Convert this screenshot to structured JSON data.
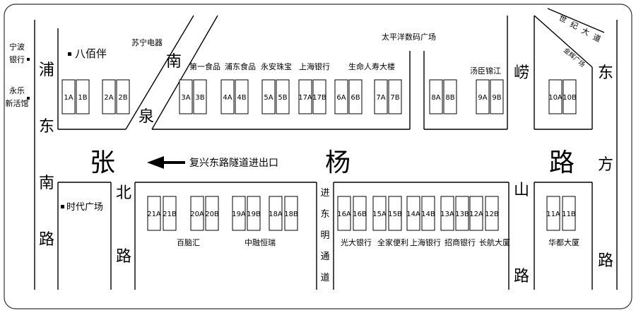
{
  "main_road": {
    "chars": [
      "张",
      "杨",
      "路"
    ]
  },
  "roads": {
    "pudong_nan": [
      "浦",
      "东",
      "南",
      "路"
    ],
    "nanquan_bei_top": [
      "南",
      "泉"
    ],
    "nanquan_bei_bottom": [
      "北",
      "路"
    ],
    "laoshan": [
      "崂",
      "山",
      "路"
    ],
    "dongfang": [
      "东",
      "方",
      "路"
    ],
    "dongchang_tongdao": [
      "进",
      "东",
      "明",
      "通",
      "道"
    ]
  },
  "tunnel_exit": "复兴东路隧道进出口",
  "landmarks": {
    "ningbo_bank": "宁波银行",
    "yongle": "永乐新活馆",
    "babaiban": "八佰伴",
    "suning": "苏宁电器",
    "taipingyang": "太平洋数码广场",
    "shidai": "时代广场",
    "shiji_dadao": [
      "世",
      "纪",
      "大",
      "道"
    ],
    "jinhui": "金辉广场",
    "north_side": [
      "第一食品",
      "浦东食品",
      "永安珠宝",
      "上海银行",
      "生命人寿大楼",
      "汤臣锦江"
    ],
    "south_side": [
      "百脑汇",
      "中融恒瑞",
      "光大银行",
      "全家便利",
      "上海银行",
      "招商银行",
      "长航大厦",
      "华都大厦"
    ]
  },
  "stops_north": [
    "1A",
    "1B",
    "2A",
    "2B",
    "3A",
    "3B",
    "4A",
    "4B",
    "5A",
    "5B",
    "17A",
    "17B",
    "6A",
    "6B",
    "7A",
    "7B",
    "8A",
    "8B",
    "9A",
    "9B",
    "10A",
    "10B"
  ],
  "stops_south": [
    "21A",
    "21B",
    "20A",
    "20B",
    "19A",
    "19B",
    "18A",
    "18B",
    "16A",
    "16B",
    "15A",
    "15B",
    "14A",
    "14B",
    "13A",
    "13B",
    "12A",
    "12B",
    "11A",
    "11B"
  ]
}
